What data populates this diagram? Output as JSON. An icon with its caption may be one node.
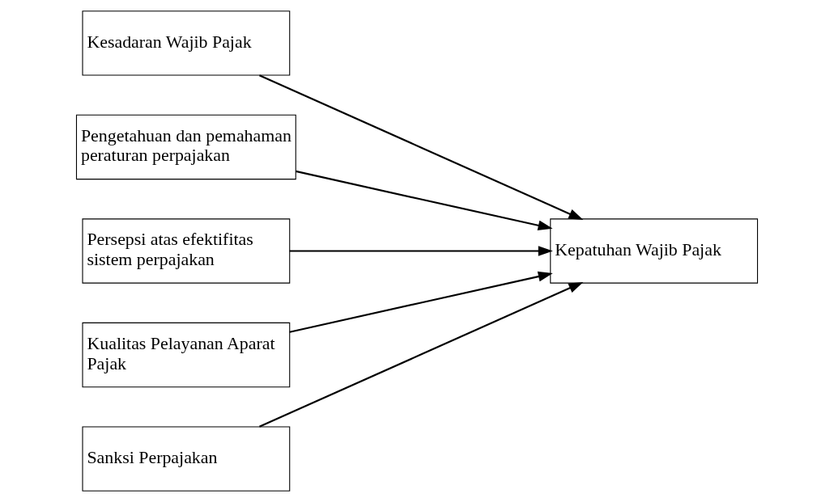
{
  "diagram": {
    "nodes": [
      {
        "text": [
          "Kesadaran Wajib Pajak"
        ]
      },
      {
        "text": [
          "Pengetahuan dan pemahaman peraturan perpajakan"
        ]
      },
      {
        "text": [
          "Persepsi atas efektifitas sistem perpajakan"
        ]
      },
      {
        "text": [
          "Kualitas Pelayanan Aparat Pajak"
        ]
      },
      {
        "text": [
          "Sanksi Perpajakan"
        ]
      },
      {
        "text": [
          "Kepatuhan Wajib Pajak"
        ]
      }
    ],
    "edges": [
      {
        "from": 0,
        "to": 5,
        "arrow": "to"
      },
      {
        "from": 1,
        "to": 5,
        "arrow": "to"
      },
      {
        "from": 2,
        "to": 5,
        "arrow": "to"
      },
      {
        "from": 3,
        "to": 5,
        "arrow": "to"
      },
      {
        "from": 4,
        "to": 5,
        "arrow": "to"
      }
    ]
  }
}
